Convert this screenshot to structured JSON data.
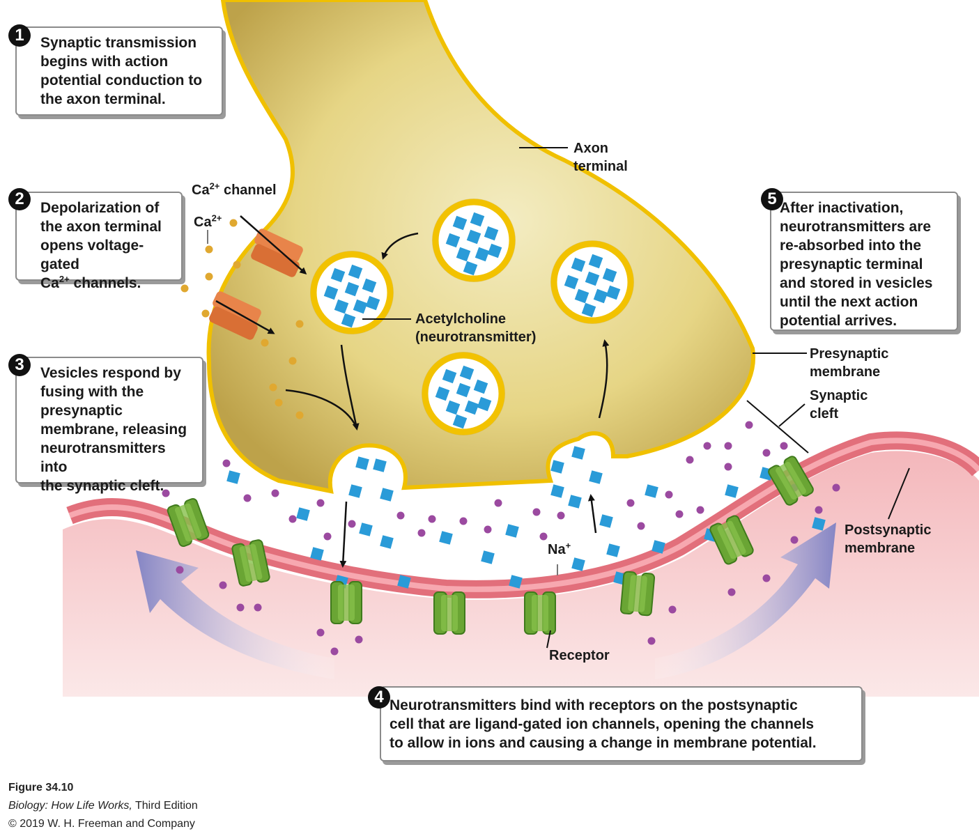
{
  "steps": [
    {
      "num": "1",
      "text": "Synaptic transmission\nbegins with action\npotential conduction to\nthe axon terminal."
    },
    {
      "num": "2",
      "text_a": "Depolarization of\nthe axon terminal\nopens voltage-gated\nCa",
      "text_sup": "2+",
      "text_b": " channels."
    },
    {
      "num": "3",
      "text": "Vesicles respond by\nfusing with the\npresynaptic\nmembrane, releasing\nneurotransmitters into\nthe synaptic cleft."
    },
    {
      "num": "4",
      "text": "Neurotransmitters bind with receptors on the postsynaptic\ncell that are ligand-gated ion channels, opening the channels\nto allow in ions and causing a change in membrane potential."
    },
    {
      "num": "5",
      "text": "After inactivation,\nneurotransmitters are\nre-absorbed into the\npresynaptic terminal\nand stored in vesicles\nuntil the next action\npotential arrives."
    }
  ],
  "labels": {
    "axon_terminal": "Axon\nterminal",
    "ca_channel_base": "Ca",
    "ca_channel_sup": "2+",
    "ca_channel_rest": " channel",
    "ca_ion_base": "Ca",
    "ca_ion_sup": "2+",
    "acetylcholine": "Acetylcholine\n(neurotransmitter)",
    "presynaptic": "Presynaptic\nmembrane",
    "cleft": "Synaptic\ncleft",
    "postsynaptic": "Postsynaptic\nmembrane",
    "na_base": "Na",
    "na_sup": "+",
    "receptor": "Receptor"
  },
  "credit": {
    "figure": "Figure 34.10",
    "book_italic": "Biology: How Life Works,",
    "book_rest": " Third Edition",
    "copyright": "© 2019 W. H. Freeman and Company"
  },
  "colors": {
    "terminal_fill": "#e8d98a",
    "terminal_edge": "#f2c200",
    "membrane_pink": "#e8828c",
    "cell_pink": "#f5c6c6",
    "receptor_green": "#6aa534",
    "ca_channel_orange": "#e8844a",
    "neurotransmitter_blue": "#2a9bd8",
    "ion_purple": "#9b4aa0",
    "ca_ion_gold": "#e0a830",
    "arrow_lavender": "#8f8fc8"
  }
}
